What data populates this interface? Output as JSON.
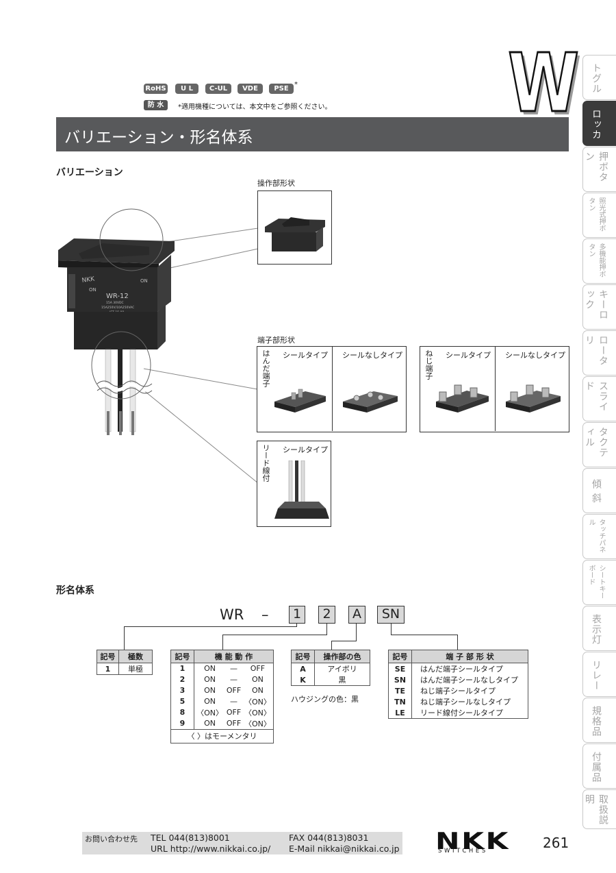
{
  "badges": [
    "RoHS",
    "U L",
    "C-UL",
    "VDE",
    "PSE"
  ],
  "badge_star": "*",
  "waterproof_badge": "防 水",
  "applicable_note": "*適用機種については、本文中をご参照ください。",
  "series_letter": "W",
  "page_title": "バリエーション・形名体系",
  "side_tabs": [
    "トグル",
    "ロッカ",
    "押ボタン",
    "照光式押ボタン",
    "多機能押ボタン",
    "キーロック",
    "ロータリ",
    "スライド",
    "タクティル",
    "傾 斜",
    "タッチパネル",
    "シートキーボード",
    "表示灯",
    "リレー",
    "規格品",
    "付属品",
    "取扱説明"
  ],
  "active_tab": "ロッカ",
  "variation": {
    "heading": "バリエーション",
    "actuator_label": "操作部形状",
    "terminal_label": "端子部形状",
    "solder_terminal": "はんだ端子",
    "screw_terminal": "ねじ端子",
    "lead_wire": "リード線付",
    "seal_type": "シールタイプ",
    "no_seal_type": "シールなしタイプ",
    "switch_markings": {
      "brand": "NKK",
      "model": "WR-12",
      "on": "ON",
      "rating1": "15A 30VDC",
      "rating2": "15A250V/10A250VAC",
      "rating3": "JET 15 08"
    }
  },
  "model_system": {
    "heading": "形名体系",
    "code": {
      "prefix": "WR",
      "dash": "–",
      "poles": "1",
      "function": "2",
      "color": "A",
      "terminal": "SN"
    },
    "poles_table": {
      "headers": [
        "記号",
        "極数"
      ],
      "rows": [
        [
          "1",
          "単極"
        ]
      ]
    },
    "function_table": {
      "headers": [
        "記号",
        "機 能 動 作"
      ],
      "rows": [
        [
          "1",
          "ON",
          "—",
          "OFF"
        ],
        [
          "2",
          "ON",
          "—",
          "ON"
        ],
        [
          "3",
          "ON",
          "OFF",
          "ON"
        ],
        [
          "5",
          "ON",
          "—",
          "〈ON〉"
        ],
        [
          "8",
          "〈ON〉",
          "OFF",
          "〈ON〉"
        ],
        [
          "9",
          "ON",
          "OFF",
          "〈ON〉"
        ]
      ],
      "footnote": "〈 〉はモーメンタリ"
    },
    "color_table": {
      "headers": [
        "記号",
        "操作部の色"
      ],
      "rows": [
        [
          "A",
          "アイボリ"
        ],
        [
          "K",
          "黒"
        ]
      ],
      "note": "ハウジングの色：黒"
    },
    "terminal_table": {
      "headers": [
        "記号",
        "端 子 部 形 状"
      ],
      "rows": [
        [
          "SE",
          "はんだ端子シールタイプ"
        ],
        [
          "SN",
          "はんだ端子シールなしタイプ"
        ],
        [
          "TE",
          "ねじ端子シールタイプ"
        ],
        [
          "TN",
          "ねじ端子シールなしタイプ"
        ],
        [
          "LE",
          "リード線付シールタイプ"
        ]
      ]
    }
  },
  "footer": {
    "contact_label": "お問い合わせ先",
    "tel": "TEL 044(813)8001",
    "fax": "FAX 044(813)8031",
    "url": "URL http://www.nikkai.co.jp/",
    "email": "E-Mail nikkai@nikkai.co.jp",
    "logo": "NKK",
    "logo_sub": "SWITCHES",
    "page_number": "261"
  }
}
